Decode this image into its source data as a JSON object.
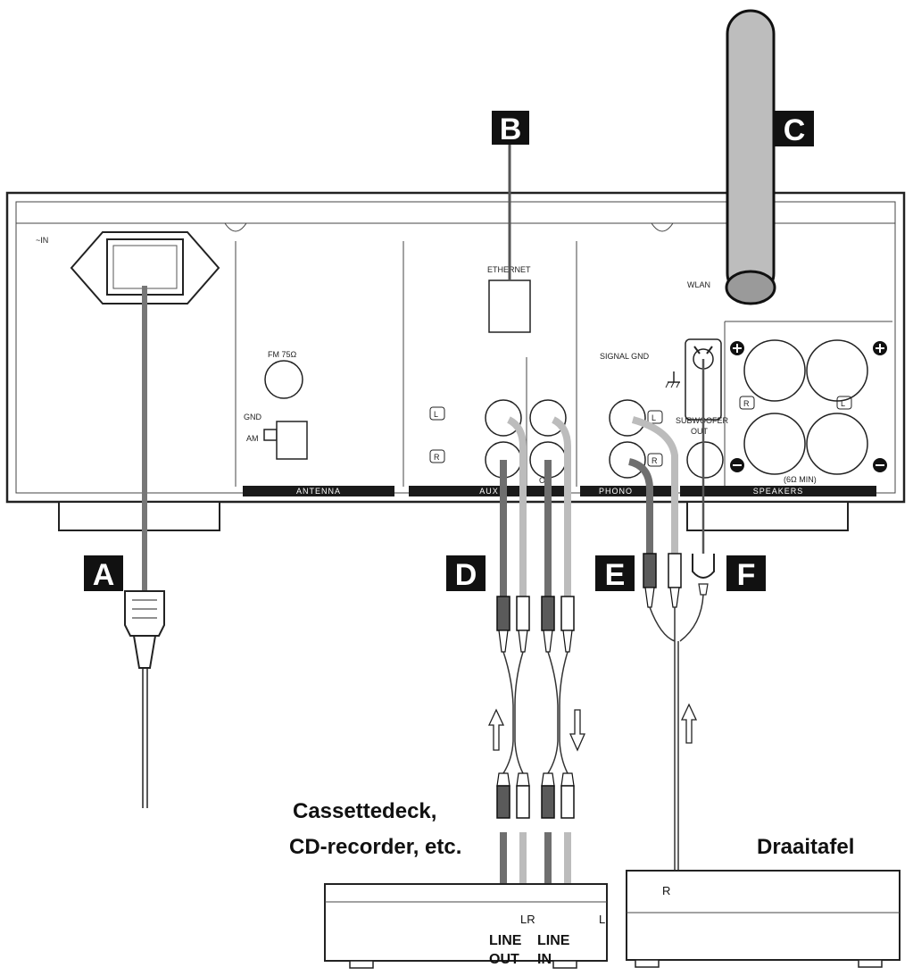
{
  "panel": {
    "power_label": "~IN",
    "ethernet_label": "ETHERNET",
    "wlan_label": "WLAN",
    "fm_label": "FM 75Ω",
    "gnd_label": "GND",
    "am_label": "AM",
    "signal_gnd_label": "SIGNAL GND",
    "subwoofer_label": "SUBWOOFER",
    "subwoofer_label2": "OUT",
    "speaker_impedance": "(6Ω MIN)",
    "channel_left": "L",
    "channel_right": "R",
    "sections": {
      "antenna": "ANTENNA",
      "aux": "AUX",
      "out": "O",
      "phono": "PHONO",
      "speakers": "SPEAKERS"
    }
  },
  "badges": {
    "a": "A",
    "b": "B",
    "c": "C",
    "d": "D",
    "e": "E",
    "f": "F"
  },
  "devices": {
    "cassette_title_line1": "Cassettedeck,",
    "cassette_title_line2": "CD-recorder, etc.",
    "cassette_ch_lr": "LR",
    "cassette_ch_l": "L",
    "line_out_1": "LINE",
    "line_out_2": "OUT",
    "line_in_1": "LINE",
    "line_in_2": "IN",
    "turntable_title": "Draaitafel",
    "turntable_ch_r": "R"
  }
}
